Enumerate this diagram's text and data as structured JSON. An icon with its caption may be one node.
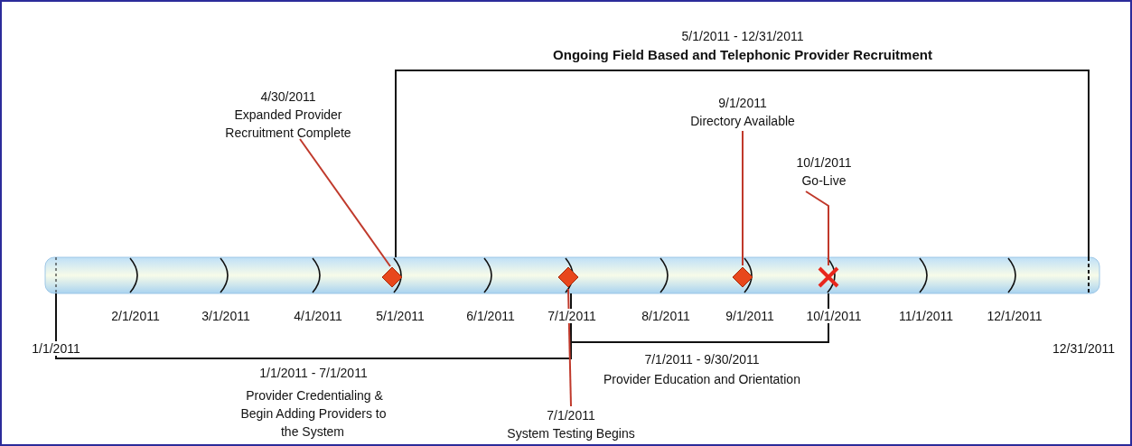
{
  "diagram": {
    "nodes": [
      {
        "text": [
          "4/30/2011",
          "Expanded Provider Recruitment Complete"
        ]
      },
      {
        "text": [],
        "shape": "diamond"
      },
      {
        "text": [
          "7/1/2011",
          "System Testing Begins"
        ]
      },
      {
        "text": [],
        "shape": "diamond"
      },
      {
        "text": [
          "9/1/2011",
          "Directory Available"
        ]
      },
      {
        "text": [],
        "shape": "diamond"
      },
      {
        "text": [
          "10/1/2011",
          "Go-Live"
        ]
      },
      {
        "text": [],
        "shape": "cross"
      }
    ],
    "edges": [
      {
        "from": 0,
        "to": 1,
        "arrow": "none"
      },
      {
        "from": 2,
        "to": 3,
        "arrow": "none"
      },
      {
        "from": 4,
        "to": 5,
        "arrow": "none"
      },
      {
        "from": 6,
        "to": 7,
        "arrow": "none"
      }
    ],
    "labels": [
      "5/1/2011 - 12/31/2011",
      "Ongoing Field Based and Telephonic Provider Recruitment",
      "2/1/2011",
      "3/1/2011",
      "4/1/2011",
      "5/1/2011",
      "6/1/2011",
      "7/1/2011",
      "8/1/2011",
      "9/1/2011",
      "10/1/2011",
      "11/1/2011",
      "12/1/2011",
      "1/1/2011",
      "12/31/2011",
      "7/1/2011 - 9/30/2011",
      "Provider Education and Orientation",
      "1/1/2011 - 7/1/2011",
      "Provider Credentialing & Begin Adding Providers to the System"
    ]
  }
}
